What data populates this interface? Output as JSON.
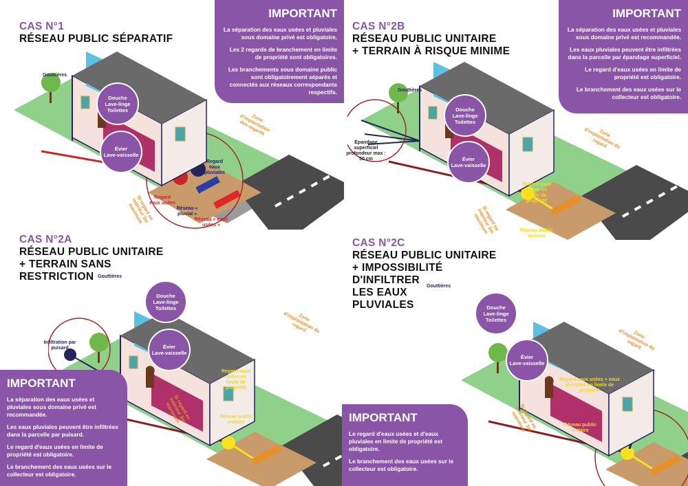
{
  "colors": {
    "accent": "#8a55a6",
    "lawn": "#8fd18a",
    "road": "#4a4a4a",
    "red": "#c8262b",
    "navy": "#23245e",
    "yellow": "#f6e21d",
    "orange": "#e8912b"
  },
  "cases": [
    {
      "id": "1",
      "number": "CAS N°1",
      "title": "RÉSEAU PUBLIC SÉPARATIF",
      "important": {
        "heading": "IMPORTANT",
        "points": [
          "La séparation des eaux usées et pluviales sous domaine privé est obligatoire.",
          "Les 2 regards de branchement en limite de propriété sont obligatoires.",
          "Les branchements sous domaine public sont obligatoirement séparés et connectés aux réseaux correspondants respectifs."
        ]
      },
      "labels": {
        "gutters": "Gouttières",
        "rooms_upper": "Douche\nLave-linge\nToilettes",
        "rooms_lower": "Évier\nLave-vaisselle",
        "zone": "Zone d'implantation des regards",
        "inside": "Si regard en intérieur 3m maximum",
        "rain_manhole": "Regard eaux pluviales",
        "waste_manhole": "Regard eaux usées",
        "rain_network": "Réseau « pluvial »",
        "waste_network": "Réseau « eaux usées »"
      }
    },
    {
      "id": "2B",
      "number": "CAS N°2B",
      "title": "RÉSEAU PUBLIC UNITAIRE\n+ TERRAIN À RISQUE MINIME",
      "important": {
        "heading": "IMPORTANT",
        "points": [
          "La séparation des eaux usées et pluviales sous domaine privé est recommandée.",
          "Les eaux pluviales peuvent être infiltrées dans la parcelle par épandage superficiel.",
          "Le regard d'eaux usées en limite de propriété est obligatoire.",
          "Le branchement des eaux usées sur le collecteur est obligatoire."
        ]
      },
      "labels": {
        "gutters": "Gouttières",
        "rooms_upper": "Douche\nLave-linge\nToilettes",
        "rooms_lower": "Évier\nLave-vaisselle",
        "zone": "Zone d'implantation du regard",
        "inside": "Si regard en intérieur 3m maximum",
        "spreading": "Épandage superficiel profondeur max : 50 cm",
        "manhole": "Regard eaux usées en limite de propriété",
        "network": "Réseau public unitaire"
      }
    },
    {
      "id": "2A",
      "number": "CAS N°2A",
      "title": "RÉSEAU PUBLIC UNITAIRE\n+ TERRAIN SANS\nRESTRICTION",
      "important": {
        "heading": "IMPORTANT",
        "points": [
          "La séparation des eaux usées et pluviales sous domaine privé est recommandée.",
          "Les eaux pluviales peuvent être infiltrées dans la parcelle par puisard.",
          "Le regard d'eaux usées en limite de propriété est obligatoire.",
          "Le branchement des eaux usées sur le collecteur est obligatoire."
        ]
      },
      "labels": {
        "gutters": "Gouttières",
        "rooms_upper": "Douche\nLave-linge\nToilettes",
        "rooms_lower": "Évier\nLave-vaisselle",
        "zone": "Zone d'implantation du regard",
        "inside": "Si regard en intérieur 3m maximum",
        "infiltration": "Infiltration par puisard",
        "manhole": "Regard eaux usées en limite de propriété",
        "network": "Réseau public unitaire"
      }
    },
    {
      "id": "2C",
      "number": "CAS N°2C",
      "title": "RÉSEAU PUBLIC UNITAIRE\n+ IMPOSSIBILITÉ\nD'INFILTRER\nLES EAUX\nPLUVIALES",
      "important": {
        "heading": "IMPORTANT",
        "points": [
          "Le regard d'eaux usées et d'eaux pluviales en limite de propriété est obligatoire.",
          "Le branchement des eaux usées sur le collecteur est obligatoire."
        ]
      },
      "labels": {
        "gutters": "Gouttières",
        "rooms_upper": "Douche\nLave-linge\nToilettes",
        "rooms_lower": "Évier\nLave-vaisselle",
        "zone": "Zone d'implantation du regard",
        "inside": "Si regard en intérieur 3m maximum",
        "manhole": "Regard eaux usées + eaux pluviales en limite de propriété",
        "network": "Réseau public unitaire"
      }
    }
  ]
}
